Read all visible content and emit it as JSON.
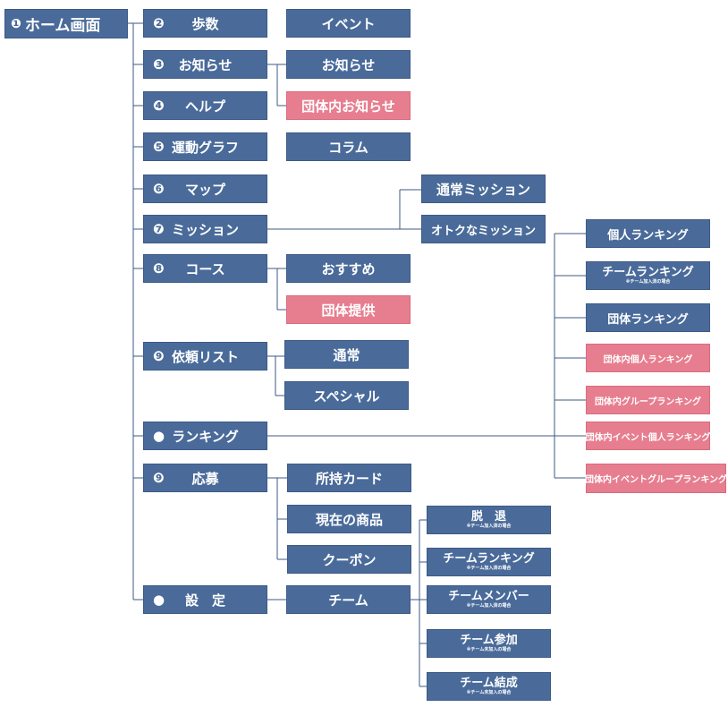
{
  "colors": {
    "primary": "#4a6b9a",
    "accent": "#e77e8f",
    "line": "#3d5a84"
  },
  "root": {
    "num": "❶",
    "label": "ホーム画面"
  },
  "menu": [
    {
      "num": "❷",
      "label": "歩数"
    },
    {
      "num": "❸",
      "label": "お知らせ"
    },
    {
      "num": "❹",
      "label": "ヘルプ"
    },
    {
      "num": "❺",
      "label": "運動グラフ"
    },
    {
      "num": "❻",
      "label": "マップ"
    },
    {
      "num": "❼",
      "label": "ミッション"
    },
    {
      "num": "❽",
      "label": "コース"
    },
    {
      "num": "❾",
      "label": "依頼リスト"
    },
    {
      "num": "●",
      "label": "ランキング"
    },
    {
      "num": "❾",
      "label": "応募"
    },
    {
      "num": "●",
      "label": "設　定"
    }
  ],
  "sub": {
    "event": "イベント",
    "notice": "お知らせ",
    "group_notice": "団体内お知らせ",
    "column": "コラム",
    "normal_mission": "通常ミッション",
    "deal_mission": "オトクなミッション",
    "recommended": "おすすめ",
    "group_provided": "団体提供",
    "normal": "通常",
    "special": "スペシャル",
    "card": "所持カード",
    "current_item": "現在の商品",
    "coupon": "クーポン",
    "team": "チーム"
  },
  "ranking": [
    {
      "label": "個人ランキング"
    },
    {
      "label": "チームランキング",
      "note": "※チーム加入済の場合"
    },
    {
      "label": "団体ランキング"
    },
    {
      "label": "団体内個人ランキング"
    },
    {
      "label": "団体内グループランキング"
    },
    {
      "label": "団体内イベント個人ランキング"
    },
    {
      "label": "団体内イベントグループランキング"
    }
  ],
  "team_menu": [
    {
      "label": "脱　退",
      "note": "※チーム加入済の場合"
    },
    {
      "label": "チームランキング",
      "note": "※チーム加入済の場合"
    },
    {
      "label": "チームメンバー",
      "note": "※チーム加入済の場合"
    },
    {
      "label": "チーム参加",
      "note": "※チーム未加入の場合"
    },
    {
      "label": "チーム結成",
      "note": "※チーム未加入の場合"
    }
  ]
}
